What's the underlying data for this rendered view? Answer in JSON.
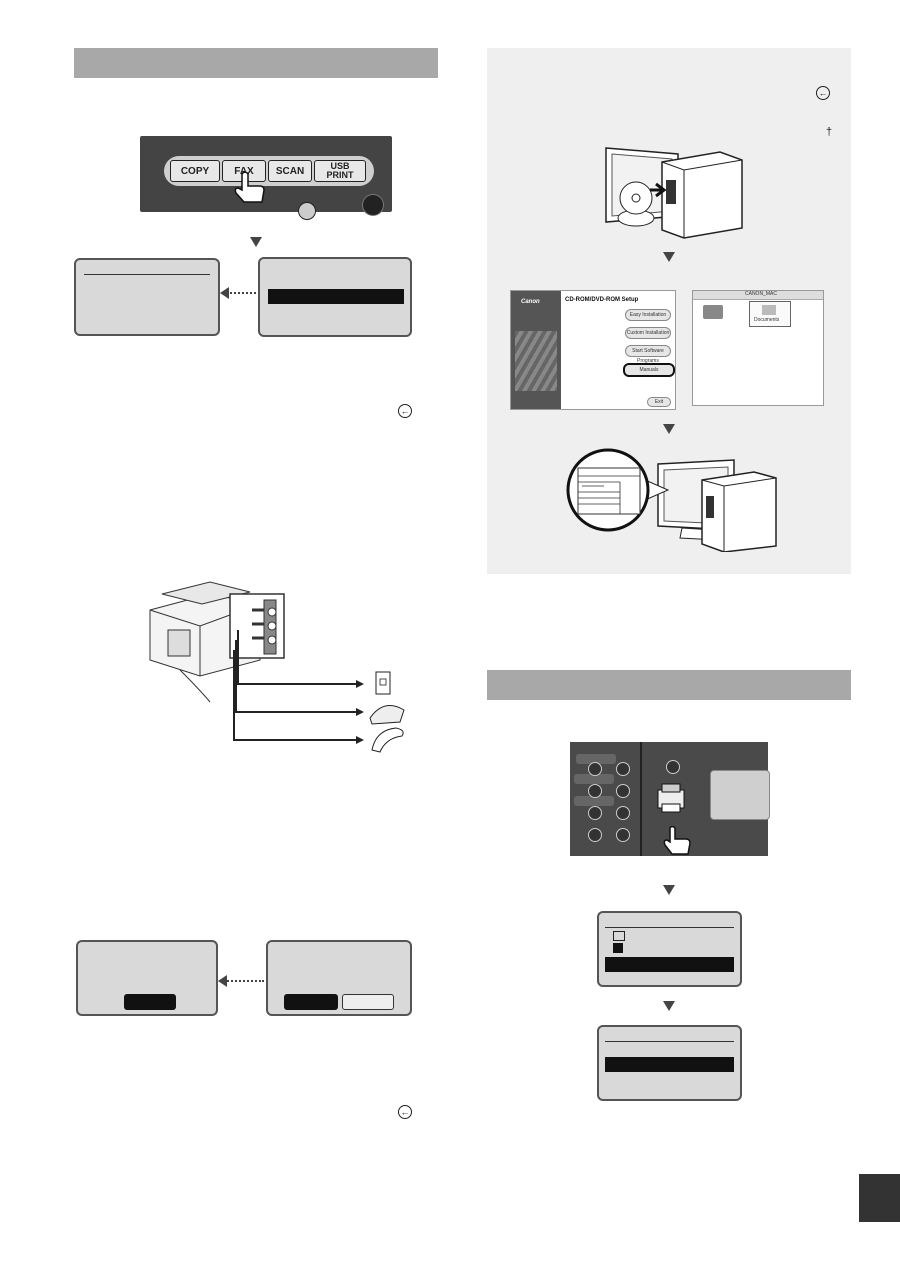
{
  "left": {
    "section_bar_1": "",
    "control_panel": {
      "buttons": [
        "COPY",
        "FAX",
        "SCAN",
        "USB PRINT"
      ]
    },
    "back_icon": "back-arrow-icon"
  },
  "right": {
    "cd_setup": {
      "brand": "Canon",
      "title": "CD-ROM/DVD-ROM Setup",
      "buttons": [
        "Easy Installation",
        "Custom Installation",
        "Start Software Programs",
        "Manuals",
        "Exit"
      ]
    },
    "mac_window": {
      "title": "CANON_MAC",
      "folder": "Documents"
    },
    "dagger": "†"
  },
  "page_tab": {
    "label": ""
  },
  "colors": {
    "bar": "#a8a8a8",
    "lcd": "#d9d9d9",
    "panel": "#444444",
    "tab": "#333333"
  }
}
